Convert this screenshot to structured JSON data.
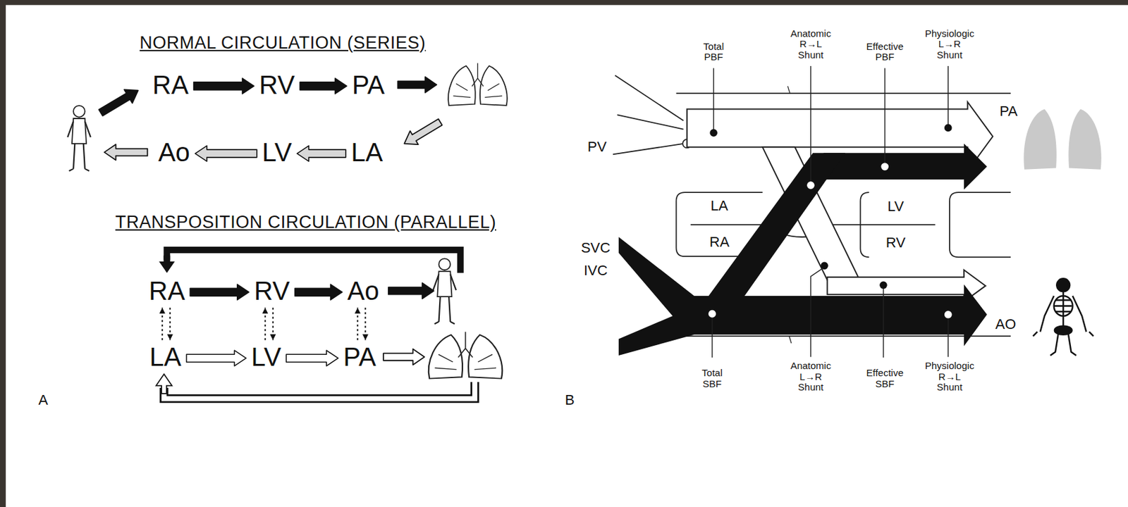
{
  "diagram": {
    "nodes": [
      {
        "text": [
          "RA"
        ]
      },
      {
        "text": [
          "RV"
        ]
      },
      {
        "text": [
          "PA"
        ]
      },
      {
        "text": [
          "Ao"
        ]
      },
      {
        "text": [
          "LV"
        ]
      },
      {
        "text": [
          "LA"
        ]
      },
      {
        "text": [
          "RA"
        ]
      },
      {
        "text": [
          "RV"
        ]
      },
      {
        "text": [
          "Ao"
        ]
      },
      {
        "text": [
          "LA"
        ]
      },
      {
        "text": [
          "LV"
        ]
      },
      {
        "text": [
          "PA"
        ]
      }
    ],
    "edges": [
      {
        "from": 0,
        "to": 1,
        "arrow": "to"
      },
      {
        "from": 1,
        "to": 2,
        "arrow": "to"
      },
      {
        "from": 5,
        "to": 4,
        "arrow": "to"
      },
      {
        "from": 4,
        "to": 3,
        "arrow": "to"
      },
      {
        "from": 6,
        "to": 7,
        "arrow": "to"
      },
      {
        "from": 7,
        "to": 8,
        "arrow": "to"
      },
      {
        "from": 9,
        "to": 10,
        "arrow": "to"
      },
      {
        "from": 10,
        "to": 11,
        "arrow": "to"
      },
      {
        "from": 6,
        "to": 9,
        "arrow": "both"
      },
      {
        "from": 7,
        "to": 10,
        "arrow": "both"
      },
      {
        "from": 8,
        "to": 11,
        "arrow": "both"
      }
    ],
    "labels": [
      "NORMAL CIRCULATION (SERIES)",
      "TRANSPOSITION CIRCULATION (PARALLEL)",
      "A",
      "B",
      "Total PBF",
      "Anatomic R→L Shunt",
      "Effective PBF",
      "Physiologic L→R Shunt",
      "PV",
      "LA",
      "RA",
      "LV",
      "RV",
      "SVC",
      "IVC",
      "PA",
      "AO",
      "Total SBF",
      "Anatomic L→R Shunt",
      "Effective SBF",
      "Physiologic R→L Shunt"
    ]
  }
}
